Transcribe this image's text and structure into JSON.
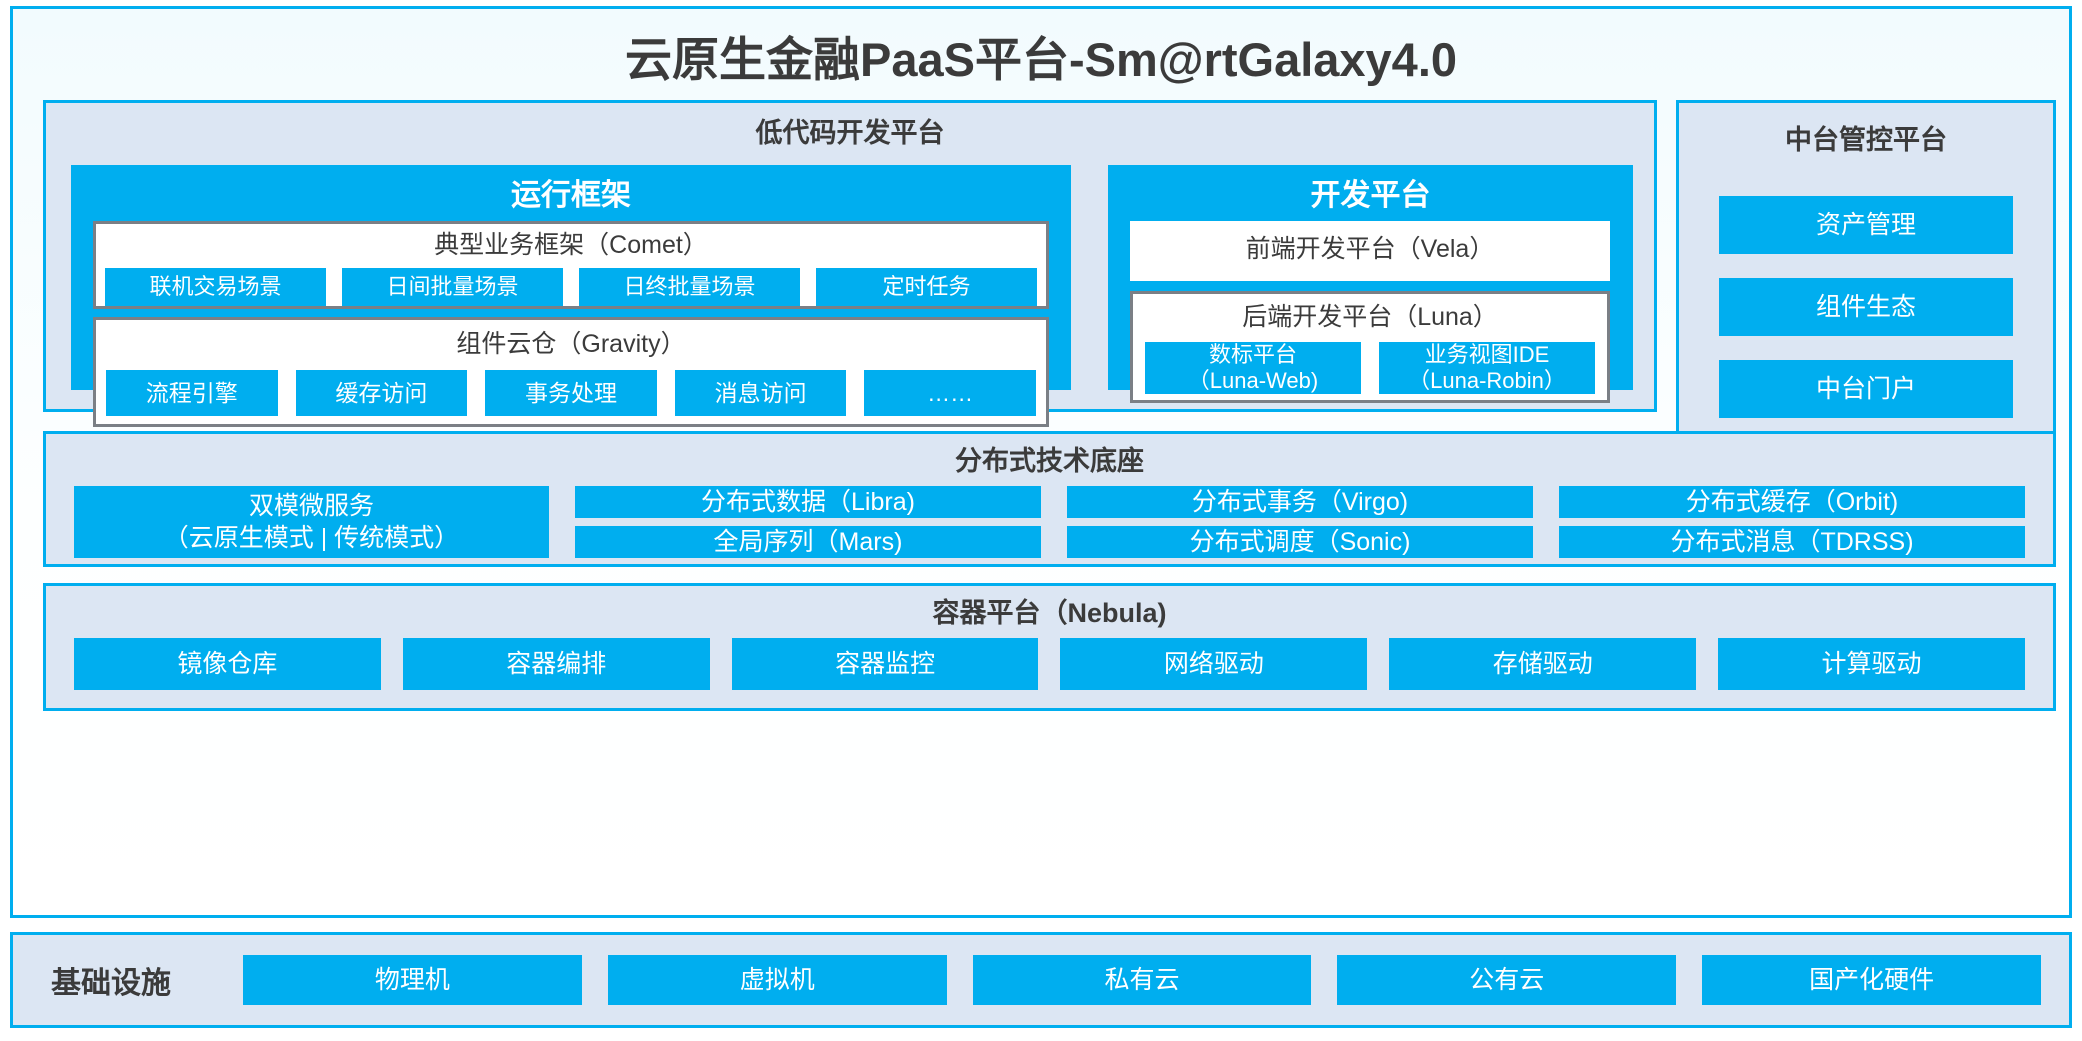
{
  "colors": {
    "accent_blue": "#00AEEF",
    "panel_bg": "#DCE6F3",
    "inner_border_grey": "#7B7F85",
    "text_dark": "#3B3B3B",
    "white": "#FFFFFF"
  },
  "header": {
    "title": "云原生金融PaaS平台-Sm@rtGalaxy4.0"
  },
  "lowcode": {
    "title": "低代码开发平台",
    "runtime_framework": {
      "title": "运行框架",
      "comet": {
        "title": "典型业务框架（Comet）",
        "items": [
          "联机交易场景",
          "日间批量场景",
          "日终批量场景",
          "定时任务"
        ]
      },
      "gravity": {
        "title": "组件云仓（Gravity）",
        "items": [
          "流程引擎",
          "缓存访问",
          "事务处理",
          "消息访问",
          "……"
        ]
      }
    },
    "dev_platform": {
      "title": "开发平台",
      "vela": {
        "title": "前端开发平台（Vela）"
      },
      "luna": {
        "title": "后端开发平台（Luna）",
        "items": [
          {
            "line1": "数标平台",
            "line2": "（Luna-Web)"
          },
          {
            "line1": "业务视图IDE",
            "line2": "（Luna-Robin）"
          }
        ]
      }
    }
  },
  "mid_platform": {
    "title": "中台管控平台",
    "items": [
      "资产管理",
      "组件生态",
      "中台门户"
    ]
  },
  "distributed": {
    "title": "分布式技术底座",
    "microservice": {
      "line1": "双模微服务",
      "line2": "（云原生模式 | 传统模式）"
    },
    "columns": [
      [
        "分布式数据（Libra)",
        "全局序列（Mars)"
      ],
      [
        "分布式事务（Virgo)",
        "分布式调度（Sonic)"
      ],
      [
        "分布式缓存（Orbit)",
        "分布式消息（TDRSS)"
      ]
    ]
  },
  "container_platform": {
    "title": "容器平台（Nebula)",
    "items": [
      "镜像仓库",
      "容器编排",
      "容器监控",
      "网络驱动",
      "存储驱动",
      "计算驱动"
    ]
  },
  "infrastructure": {
    "label": "基础设施",
    "items": [
      "物理机",
      "虚拟机",
      "私有云",
      "公有云",
      "国产化硬件"
    ]
  }
}
